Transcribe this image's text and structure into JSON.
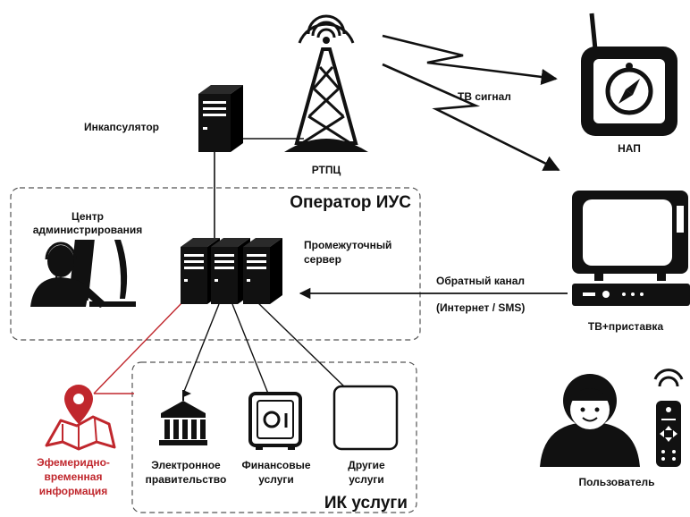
{
  "labels": {
    "encapsulator": "Инкапсулятор",
    "rtpc": "РТПЦ",
    "tv_signal": "ТВ сигнал",
    "nap": "НАП",
    "operator_title": "Оператор ИУС",
    "admin_center_1": "Центр",
    "admin_center_2": "администрирования",
    "intermediate_server_1": "Промежуточный",
    "intermediate_server_2": "сервер",
    "back_channel_1": "Обратный канал",
    "back_channel_2": "(Интернет / SMS)",
    "tv_box": "ТВ+приставка",
    "ephemeris_1": "Эфемеридно-",
    "ephemeris_2": "временная",
    "ephemeris_3": "информация",
    "egov_1": "Электронное",
    "egov_2": "правительство",
    "finance_1": "Финансовые",
    "finance_2": "услуги",
    "other_1": "Другие",
    "other_2": "услуги",
    "user": "Пользователь",
    "ik_services_title": "ИК услуги"
  },
  "colors": {
    "ink": "#111111",
    "accent_red": "#c0272d",
    "dashed_border": "#555555"
  }
}
